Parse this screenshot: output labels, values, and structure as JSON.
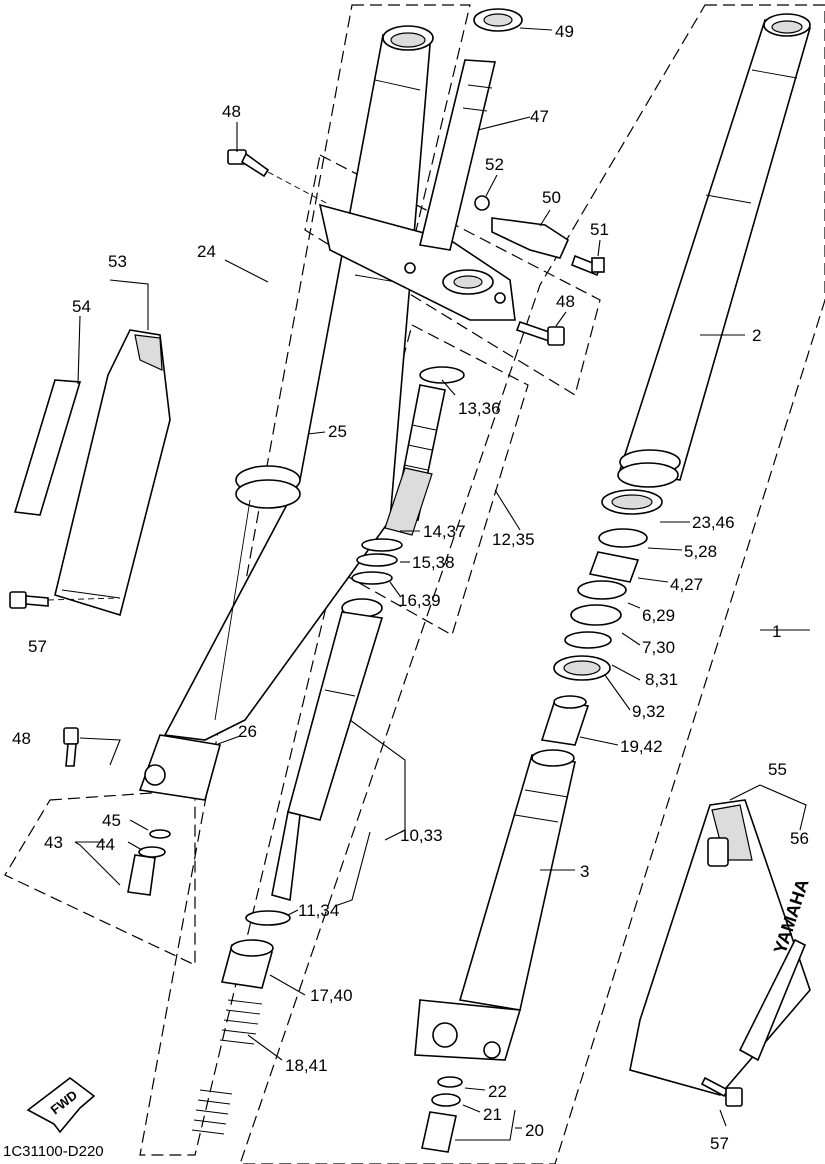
{
  "diagram_code": "1C31100-D220",
  "fwd_label": "FWD",
  "brand_label": "YAMAHA",
  "callouts": {
    "c1": "1",
    "c2": "2",
    "c3": "3",
    "c4_27": "4,27",
    "c5_28": "5,28",
    "c6_29": "6,29",
    "c7_30": "7,30",
    "c8_31": "8,31",
    "c9_32": "9,32",
    "c10_33": "10,33",
    "c11_34": "11,34",
    "c12_35": "12,35",
    "c13_36": "13,36",
    "c14_37": "14,37",
    "c15_38": "15,38",
    "c16_39": "16,39",
    "c17_40": "17,40",
    "c18_41": "18,41",
    "c19_42": "19,42",
    "c20": "20",
    "c21": "21",
    "c22": "22",
    "c23_46": "23,46",
    "c24": "24",
    "c25": "25",
    "c26": "26",
    "c43": "43",
    "c44": "44",
    "c45": "45",
    "c47": "47",
    "c48_top": "48",
    "c48_mid": "48",
    "c48_left": "48",
    "c49": "49",
    "c50": "50",
    "c51": "51",
    "c52": "52",
    "c53": "53",
    "c54": "54",
    "c55": "55",
    "c56": "56",
    "c57_left": "57",
    "c57_right": "57"
  }
}
